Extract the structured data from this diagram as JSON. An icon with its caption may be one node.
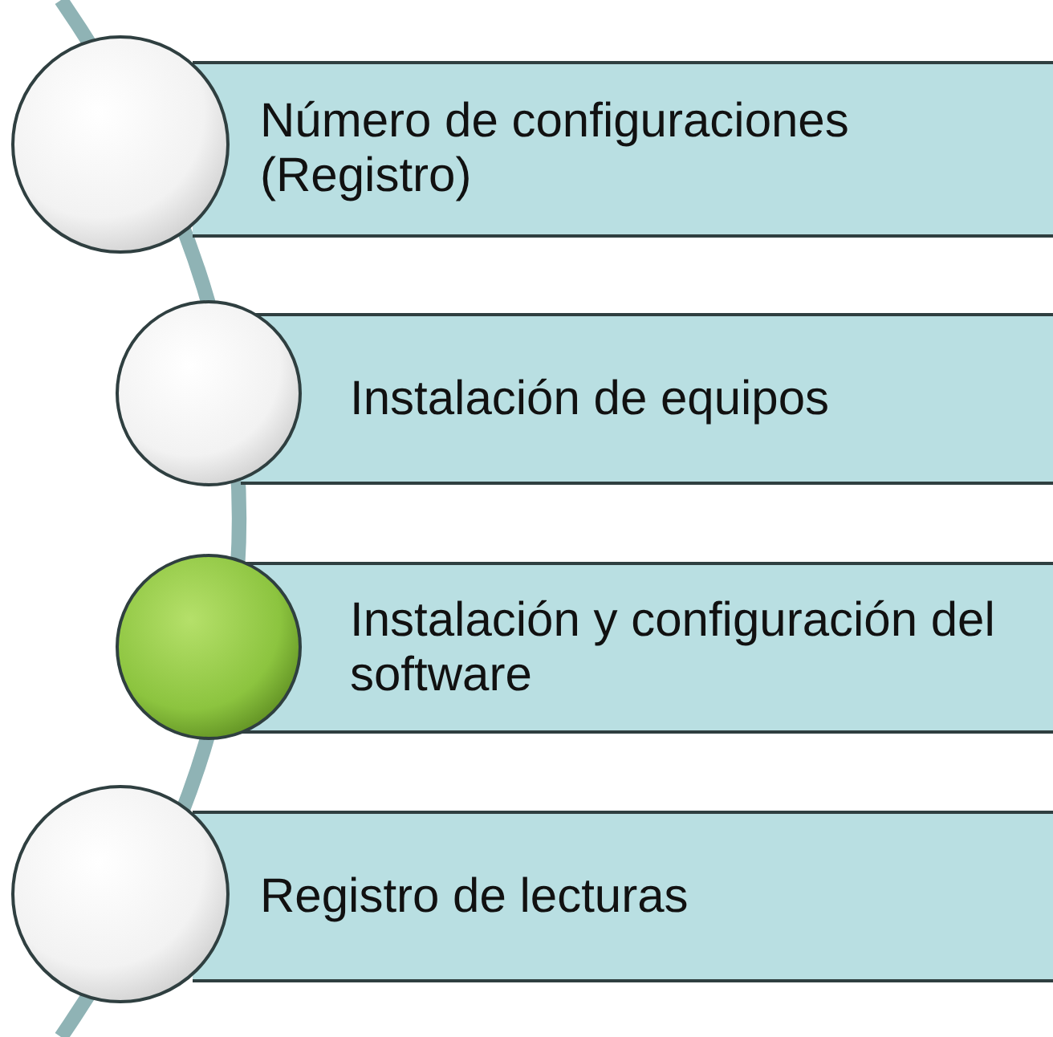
{
  "diagram": {
    "nodes": [
      {
        "text": [
          "Número de configuraciones (Registro)"
        ]
      },
      {
        "text": [
          "Instalación de equipos"
        ]
      },
      {
        "text": [
          "Instalación y configuración del software"
        ]
      },
      {
        "text": [
          "Registro de lecturas"
        ]
      },
      {
        "text": [],
        "shape": "circle"
      },
      {
        "text": [],
        "shape": "circle"
      },
      {
        "text": [],
        "shape": "circle"
      },
      {
        "text": [],
        "shape": "circle"
      }
    ]
  }
}
